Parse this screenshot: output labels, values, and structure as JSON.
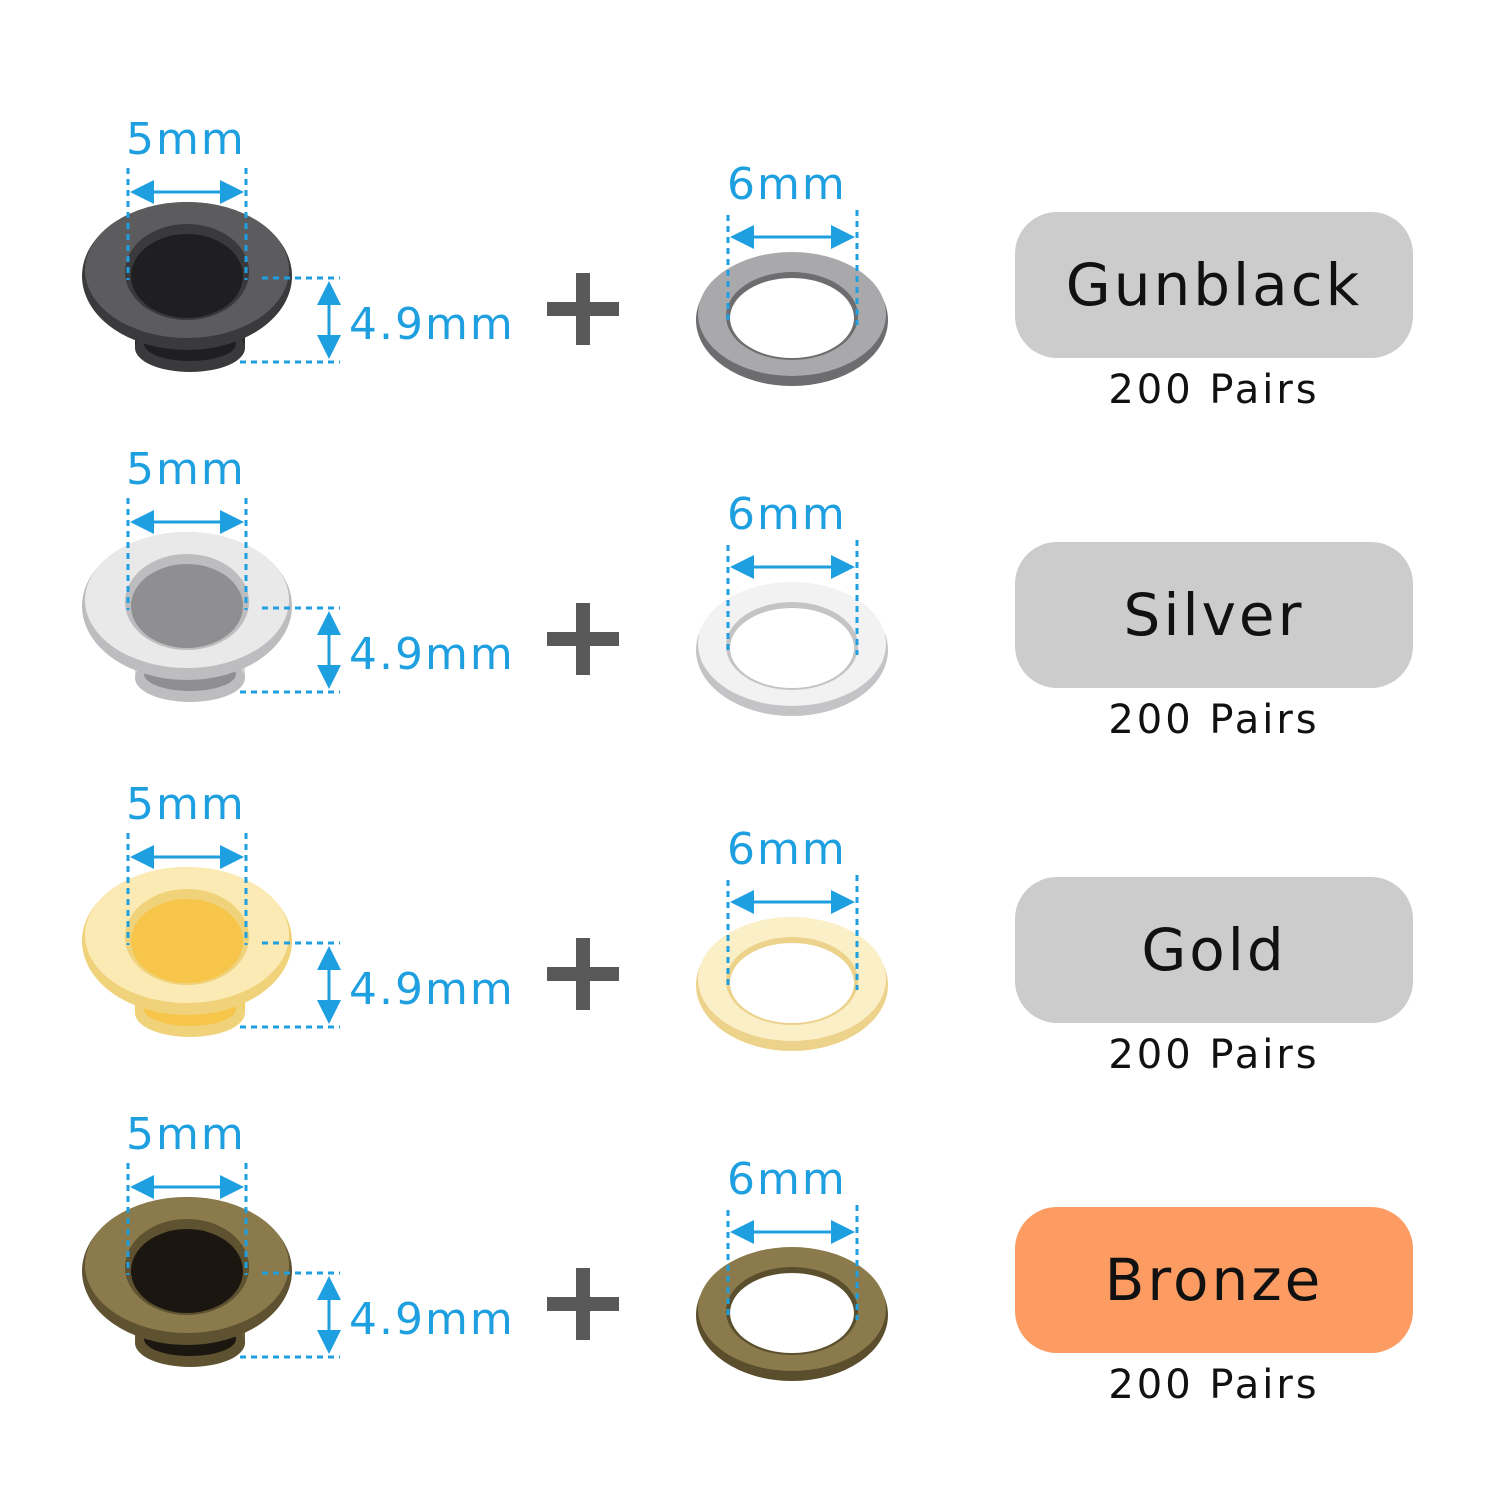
{
  "rows": [
    {
      "finish": "Gunblack",
      "quantity": "200 Pairs",
      "eyelet_inner": "5mm",
      "eyelet_height": "4.9mm",
      "washer_inner": "6mm",
      "badge_color": "#cccccc",
      "metal": {
        "rim": "#5c5c5e",
        "rim_dark": "#3a3a3c",
        "hole": "#1f1f22",
        "tube": "#2c2c2e",
        "washer": "#a9a9ab",
        "washer_dark": "#6d6d70"
      }
    },
    {
      "finish": "Silver",
      "quantity": "200 Pairs",
      "eyelet_inner": "5mm",
      "eyelet_height": "4.9mm",
      "washer_inner": "6mm",
      "badge_color": "#cccccc",
      "metal": {
        "rim": "#e9e9ea",
        "rim_dark": "#bdbdbf",
        "hole": "#8f8f92",
        "tube": "#d6d6d8",
        "washer": "#f2f2f3",
        "washer_dark": "#c4c4c6"
      }
    },
    {
      "finish": "Gold",
      "quantity": "200 Pairs",
      "eyelet_inner": "5mm",
      "eyelet_height": "4.9mm",
      "washer_inner": "6mm",
      "badge_color": "#cccccc",
      "metal": {
        "rim": "#fbeab4",
        "rim_dark": "#efd27a",
        "hole": "#f6c54a",
        "tube": "#f5cf5e",
        "washer": "#fbefc8",
        "washer_dark": "#ecd28a"
      }
    },
    {
      "finish": "Bronze",
      "quantity": "200 Pairs",
      "eyelet_inner": "5mm",
      "eyelet_height": "4.9mm",
      "washer_inner": "6mm",
      "badge_color": "#fc9b62",
      "metal": {
        "rim": "#8a7a4c",
        "rim_dark": "#5e5230",
        "hole": "#1b1710",
        "tube": "#6b5e38",
        "washer": "#8a7a4c",
        "washer_dark": "#5a4e2c"
      }
    }
  ],
  "colors": {
    "dimension": "#1e9fe0",
    "plus": "#595959"
  },
  "icons": {
    "plus": "plus-icon",
    "eyelet": "eyelet-icon",
    "washer": "washer-icon"
  }
}
